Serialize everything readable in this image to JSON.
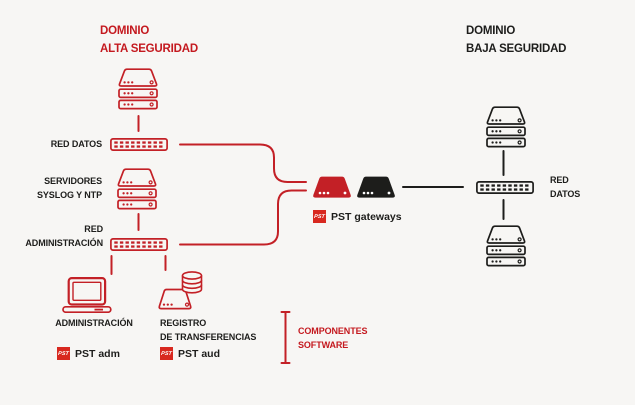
{
  "colors": {
    "red": "#c32026",
    "red_text": "#c4191f",
    "black": "#1d1d1b",
    "background": "#f7f6f4",
    "badge_red": "#d8281f",
    "white": "#ffffff"
  },
  "high_security_domain": {
    "title_line1": "DOMINIO",
    "title_line2": "ALTA SEGURIDAD",
    "data_network_label": "RED DATOS",
    "syslog_servers_label_line1": "SERVIDORES",
    "syslog_servers_label_line2": "SYSLOG Y NTP",
    "admin_network_label_line1": "RED",
    "admin_network_label_line2": "ADMINISTRACIÓN",
    "admin_workstation_label": "ADMINISTRACIÓN",
    "transfer_log_label_line1": "REGISTRO",
    "transfer_log_label_line2": "DE TRANSFERENCIAS",
    "pst_adm": {
      "badge": "PST",
      "label": "PST adm"
    },
    "pst_aud": {
      "badge": "PST",
      "label": "PST aud"
    }
  },
  "gateways": {
    "badge": "PST",
    "label": "PST gateways"
  },
  "software_components": {
    "line1": "COMPONENTES",
    "line2": "SOFTWARE"
  },
  "low_security_domain": {
    "title_line1": "DOMINIO",
    "title_line2": "BAJA SEGURIDAD",
    "data_network_label_line1": "RED",
    "data_network_label_line2": "DATOS"
  },
  "icons": {
    "server_stack": "server-stack-icon",
    "network_switch": "switch-icon",
    "workstation": "laptop-icon",
    "transfer_log": "database-server-icon",
    "gateway": "gateway-icon",
    "pst_badge": "pst-badge-icon"
  }
}
